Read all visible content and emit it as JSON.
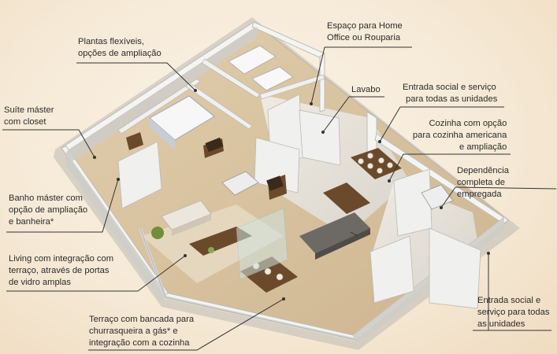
{
  "annotations": [
    {
      "id": "plantas",
      "lines": [
        "Plantas flexíveis,",
        "opções de ampliação"
      ]
    },
    {
      "id": "espaco",
      "lines": [
        "Espaço para Home",
        "Office ou Rouparia"
      ]
    },
    {
      "id": "lavabo",
      "lines": [
        "Lavabo"
      ]
    },
    {
      "id": "entrada_top",
      "lines": [
        "Entrada social  e serviço",
        "para todas  as unidades"
      ]
    },
    {
      "id": "cozinha",
      "lines": [
        "Cozinha com opção",
        "para cozinha americana",
        "e ampliação"
      ]
    },
    {
      "id": "dependencia",
      "lines": [
        "Dependência",
        "completa de",
        "empregada"
      ]
    },
    {
      "id": "suite",
      "lines": [
        "Suíte máster",
        "com closet"
      ]
    },
    {
      "id": "banho",
      "lines": [
        "Banho máster  com",
        "opção de ampliação",
        "e banheira*"
      ]
    },
    {
      "id": "living",
      "lines": [
        "Living com integração com",
        "terraço, através de portas",
        "de vidro amplas"
      ]
    },
    {
      "id": "entrada_bottom",
      "lines": [
        "Entrada social  e",
        "serviço para todas",
        "as unidades"
      ]
    },
    {
      "id": "terraco",
      "lines": [
        "Terraço com bancada  para",
        "churrasqueira a gás* e",
        "integração com a cozinha"
      ]
    }
  ],
  "colors": {
    "background": "#f6ead7",
    "floor": "#d9c3a2",
    "wall": "#f2f2f0",
    "wall_shade": "#c9c9c6",
    "leader": "#333333"
  }
}
